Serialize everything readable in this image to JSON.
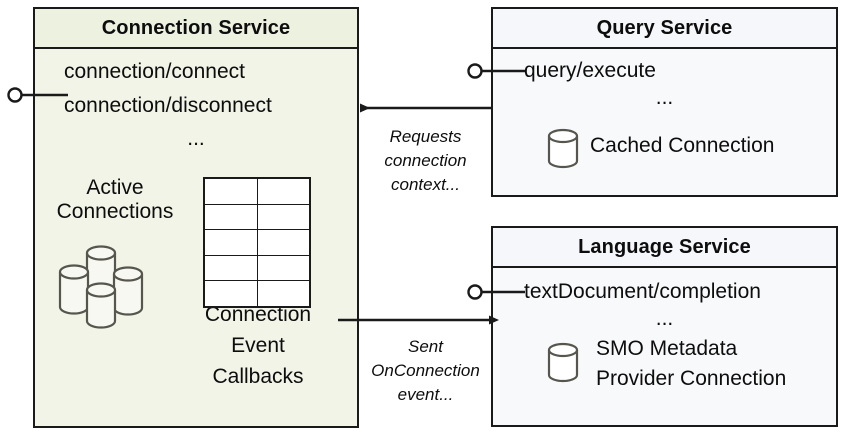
{
  "diagram": {
    "type": "uml-component-diagram",
    "background": "#ffffff",
    "colors": {
      "connection_service_fill": "#f1f4e7",
      "connection_service_header_fill": "#edf1e0",
      "service_fill": "#f8f9fb",
      "service_header_fill": "#f6f7fa",
      "border": "#1a1a1a",
      "icon_stroke": "#555555",
      "text": "#0d0d0d"
    }
  },
  "components": {
    "connection_service": {
      "title": "Connection Service",
      "operations": [
        "connection/connect",
        "connection/disconnect"
      ],
      "operations_ellipsis": "...",
      "active_connections_label": "Active\nConnections",
      "active_connections_line1": "Active",
      "active_connections_line2": "Connections",
      "database_cluster_icon": "database-cluster-icon",
      "callbacks_label_line1": "Connection",
      "callbacks_label_line2": "Event",
      "callbacks_label_line3": "Callbacks",
      "callback_table": {
        "rows": 5,
        "columns": 2,
        "cells": [
          [
            "",
            ""
          ],
          [
            "",
            ""
          ],
          [
            "",
            ""
          ],
          [
            "",
            ""
          ],
          [
            "",
            ""
          ]
        ]
      },
      "provided_interface": "lollipop-interface"
    },
    "query_service": {
      "title": "Query Service",
      "operations": [
        "query/execute"
      ],
      "operations_ellipsis": "...",
      "resource_icon": "database-cylinder-icon",
      "resource_label": "Cached Connection",
      "provided_interface": "lollipop-interface"
    },
    "language_service": {
      "title": "Language Service",
      "operations": [
        "textDocument/completion"
      ],
      "operations_ellipsis": "...",
      "resource_icon": "database-cylinder-icon",
      "resource_label_line1": "SMO Metadata",
      "resource_label_line2": "Provider Connection",
      "provided_interface": "lollipop-interface"
    }
  },
  "connectors": [
    {
      "id": "query-to-connection",
      "from": "query_service",
      "to": "connection_service",
      "direction": "right-to-left",
      "arrow": "arrow-left-icon",
      "caption_line1": "Requests",
      "caption_line2": "connection",
      "caption_line3": "context..."
    },
    {
      "id": "connection-to-language",
      "from": "connection_service",
      "to": "language_service",
      "direction": "left-to-right",
      "arrow": "arrow-right-icon",
      "caption_line1": "Sent",
      "caption_line2": "OnConnection",
      "caption_line3": "event..."
    }
  ]
}
